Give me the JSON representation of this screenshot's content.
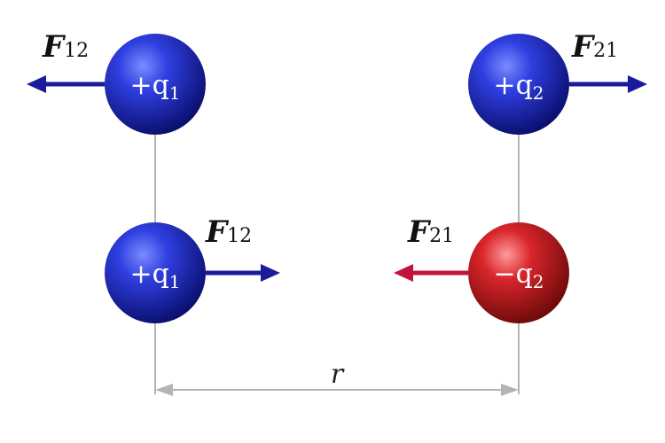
{
  "colors": {
    "blue_arrow": "#1a1a9c",
    "red_arrow": "#c0143c",
    "line": "#b4b4b4",
    "label": "#111111"
  },
  "top_row": {
    "left": {
      "charge_sign": "+q",
      "charge_index": "1",
      "force_main": "F",
      "force_sub": "12"
    },
    "right": {
      "charge_sign": "+q",
      "charge_index": "2",
      "force_main": "F",
      "force_sub": "21"
    }
  },
  "bottom_row": {
    "left": {
      "charge_sign": "+q",
      "charge_index": "1",
      "force_main": "F",
      "force_sub": "12"
    },
    "right": {
      "charge_sign": "−q",
      "charge_index": "2",
      "force_main": "F",
      "force_sub": "21"
    }
  },
  "distance_label": "r"
}
